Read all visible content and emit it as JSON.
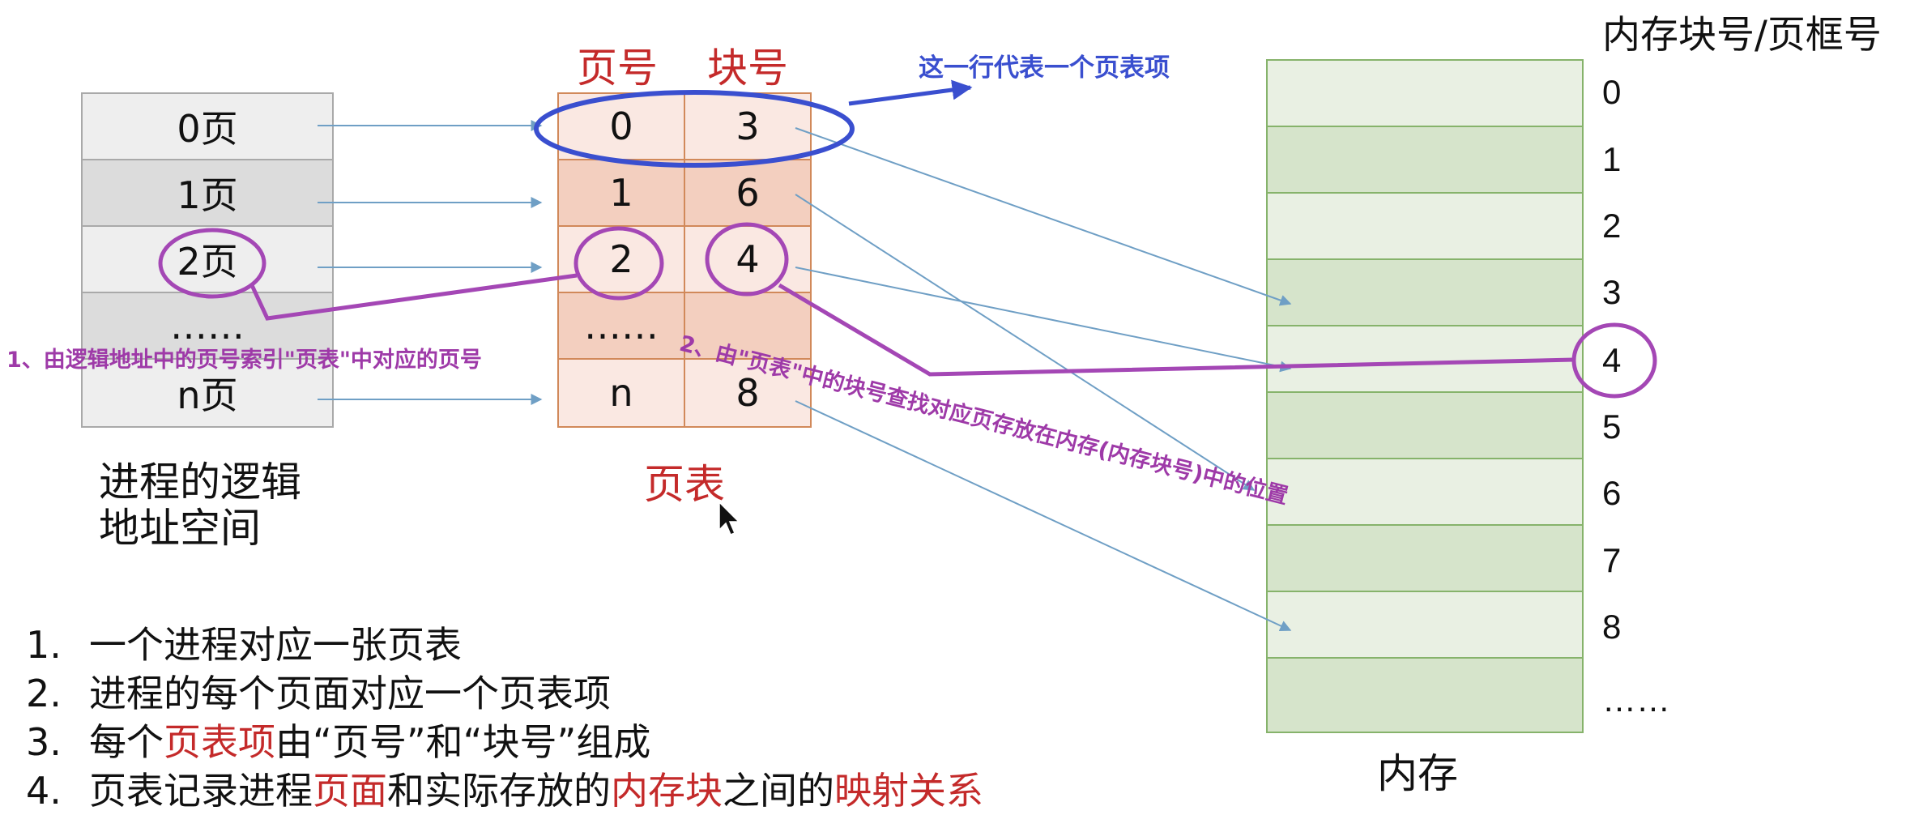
{
  "logical": {
    "rows": [
      "0页",
      "1页",
      "2页",
      "……",
      "n页"
    ],
    "caption_line1": "进程的逻辑",
    "caption_line2": "地址空间"
  },
  "page_table": {
    "header_page": "页号",
    "header_block": "块号",
    "rows": [
      {
        "page": "0",
        "block": "3"
      },
      {
        "page": "1",
        "block": "6"
      },
      {
        "page": "2",
        "block": "4"
      },
      {
        "page": "……",
        "block": ""
      },
      {
        "page": "n",
        "block": "8"
      }
    ],
    "caption": "页表"
  },
  "memory": {
    "header": "内存块号/页框号",
    "indices": [
      "0",
      "1",
      "2",
      "3",
      "4",
      "5",
      "6",
      "7",
      "8",
      "……"
    ],
    "caption": "内存"
  },
  "annotations": {
    "row_entry": "这一行代表一个页表项",
    "step1": "1、由逻辑地址中的页号索引\"页表\"中对应的页号",
    "step2": "2、由\"页表\"中的块号查找对应页存放在内存(内存块号)中的位置"
  },
  "notes": {
    "n1": "1.",
    "n2": "2.",
    "n3": "3.",
    "n4": "4.",
    "item1": "一个进程对应一张页表",
    "item2": "进程的每个页面对应一个页表项",
    "item3_a": "每个",
    "item3_b": "页表项",
    "item3_c": "由“页号”和“块号”组成",
    "item4_a": "页表记录进程",
    "item4_b": "页面",
    "item4_c": "和实际存放的",
    "item4_d": "内存块",
    "item4_e": "之间的",
    "item4_f": "映射关系"
  },
  "colors": {
    "logical_light": "#eeeeee",
    "logical_dark": "#dcdcdc",
    "pt_light": "#fae8e2",
    "pt_dark": "#f3cfbf",
    "mem_light": "#e9f0e3",
    "mem_dark": "#d6e4cb",
    "highlight_red": "#c42a2a",
    "annotation_purple": "#9e3aa8",
    "annotation_blue": "#3a4fcf",
    "arrow_blue": "#6f9fc5"
  }
}
